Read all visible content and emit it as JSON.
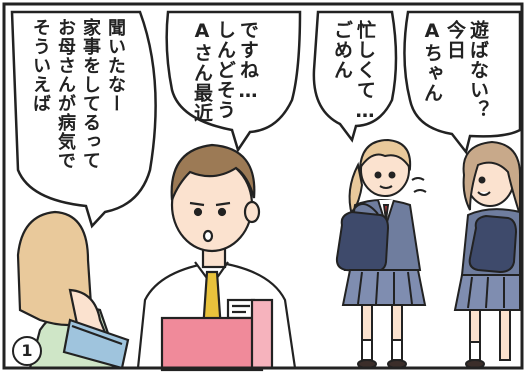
{
  "panel_number": "1",
  "bubbles": {
    "girl_1": {
      "lines": [
        "Aちゃん",
        "今日",
        "遊ばない？"
      ]
    },
    "girl_2": {
      "lines": [
        "ごめん",
        "忙しくて…"
      ]
    },
    "teacher": {
      "lines": [
        "Aさん最近",
        "しんどそう",
        "ですね…"
      ]
    },
    "woman": {
      "lines": [
        "そういえば",
        "お母さんが病気で",
        "家事をしてるって",
        "聞いたなー"
      ]
    }
  },
  "colors": {
    "uniform": "#6f7d9e",
    "skirt": "#7f8db0",
    "girl_hair": "#e9c99b",
    "teacher_hair": "#9c7a55",
    "tie": "#e8c23c",
    "folder": "#f08a9a",
    "skin": "#fbe2cf",
    "woman_clothes": "#cfe6c7"
  }
}
